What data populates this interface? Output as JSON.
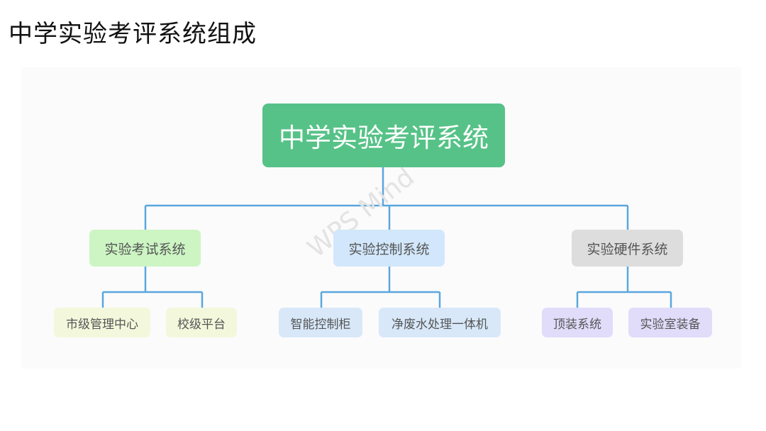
{
  "page": {
    "title": "中学实验考评系统组成"
  },
  "watermark": "WPS Mind",
  "diagram": {
    "root": "中学实验考评系统",
    "branches": [
      {
        "label": "实验考试系统",
        "children": [
          "市级管理中心",
          "校级平台"
        ]
      },
      {
        "label": "实验控制系统",
        "children": [
          "智能控制柜",
          "净废水处理一体机"
        ]
      },
      {
        "label": "实验硬件系统",
        "children": [
          "顶装系统",
          "实验室装备"
        ]
      }
    ]
  }
}
